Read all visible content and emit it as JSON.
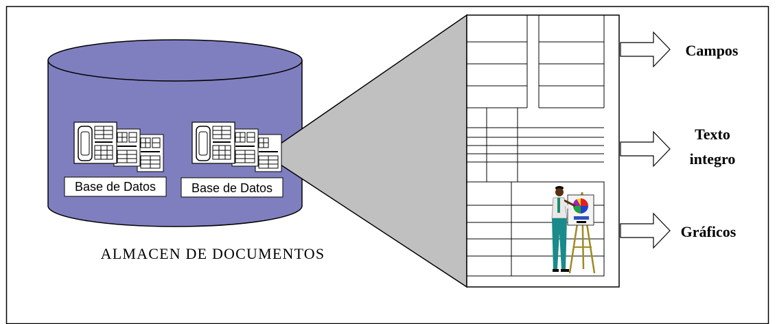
{
  "diagram": {
    "store_label": "ALMACEN DE DOCUMENTOS",
    "databases": [
      {
        "label": "Base de Datos"
      },
      {
        "label": "Base de Datos"
      }
    ],
    "outputs": [
      {
        "label_lines": [
          "Campos"
        ]
      },
      {
        "label_lines": [
          "Texto",
          "integro"
        ]
      },
      {
        "label_lines": [
          "Gráficos"
        ]
      }
    ],
    "colors": {
      "cylinder": "#7f7fbf",
      "cone": "#c0c0c0",
      "line": "#000000",
      "background": "#ffffff"
    }
  }
}
